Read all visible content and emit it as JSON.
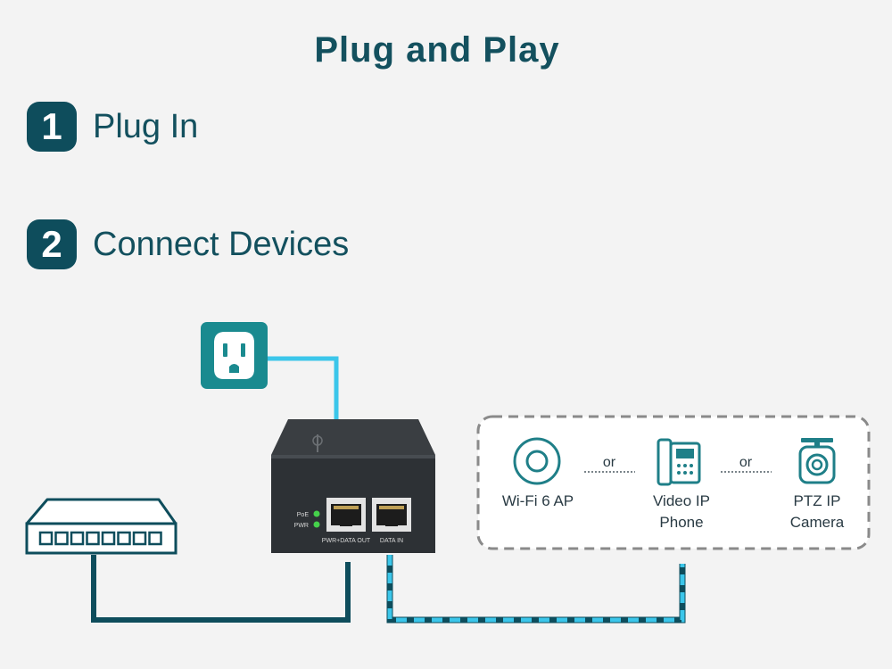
{
  "title": "Plug and Play",
  "steps": [
    {
      "number": "1",
      "label": "Plug In"
    },
    {
      "number": "2",
      "label": "Connect Devices"
    }
  ],
  "injector": {
    "led_labels": [
      "PoE",
      "PWR"
    ],
    "port_labels": [
      "PWR+DATA OUT",
      "DATA IN"
    ]
  },
  "devices": [
    {
      "name": "Wi-Fi 6 AP",
      "icon": "access-point-icon"
    },
    {
      "name": "Video IP\nPhone",
      "icon": "ip-phone-icon"
    },
    {
      "name": "PTZ IP\nCamera",
      "icon": "ptz-camera-icon"
    }
  ],
  "or_text": "or",
  "icons": {
    "outlet": "power-outlet-icon",
    "switch": "network-switch-icon"
  },
  "colors": {
    "teal_dark": "#0e4d5c",
    "teal_icon": "#1a8a8f",
    "cyan_cable": "#3bc6ea",
    "device_icon": "#1f7f88",
    "background": "#f3f3f3"
  }
}
